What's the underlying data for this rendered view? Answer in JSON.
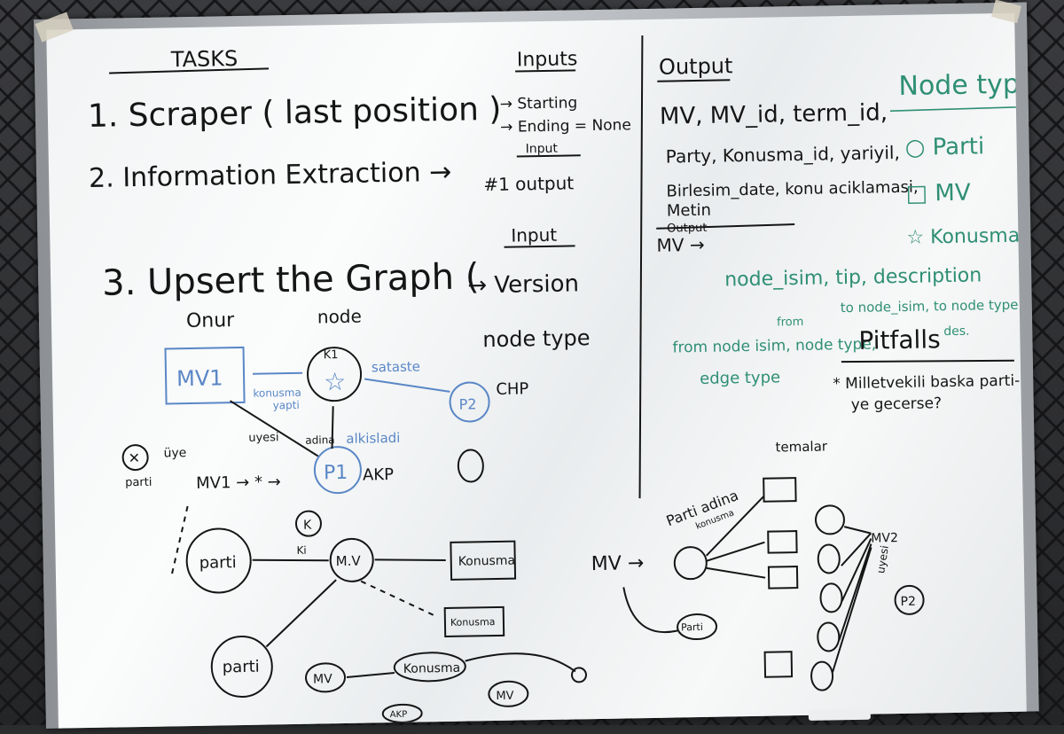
{
  "tasks": {
    "heading": "TASKS",
    "t1": "1.  Scraper ( last position )",
    "t2": "2.  Information Extraction  →",
    "t3": "3. Upsert the Graph ("
  },
  "inputs": {
    "heading": "Inputs",
    "starting": "→ Starting",
    "ending": "→ Ending = None",
    "input2_heading": "Input",
    "input2_value": "#1 output",
    "input3_heading": "Input",
    "version": "→ Version",
    "node_type": "node type"
  },
  "output": {
    "heading": "Output",
    "line1": "MV, MV_id, term_id,",
    "line2": "Party, Konusma_id, yariyil,",
    "line3": "Birlesim_date, konu aciklamasi,",
    "line4": "Metin",
    "struck": "Output",
    "mv": "MV →"
  },
  "node_types": {
    "heading": "Node types",
    "parti": "○ Parti",
    "mv": "□ MV",
    "konusma": "☆ Konusma"
  },
  "schema": {
    "node": "node_isim, tip, description",
    "to": "to node_isim, to node type",
    "from": "from",
    "fromnode": "from node isim, node type,",
    "des": "des.",
    "edge": "edge type"
  },
  "pitfalls": {
    "heading": "Pitfalls",
    "item1": "* Milletvekili baska parti-",
    "item2": "ye gecerse?"
  },
  "graph": {
    "onur": "Onur",
    "node": "node",
    "mv1": "MV1",
    "k1": "K1",
    "konusma_yapti": "konusma",
    "yapti": "yapti",
    "sataste": "sataste",
    "p2": "P2",
    "chp": "CHP",
    "uyesi": "uyesi",
    "adina": "adina",
    "alkisladi": "alkisladi",
    "p1": "P1",
    "akp": "AKP",
    "uye": "üye",
    "parti_x": "parti",
    "mv_arrow": "MV1 → * →",
    "k": "K",
    "ki": "Ki",
    "parti1": "parti",
    "parti2": "parti",
    "mv": "M.V",
    "konusma1": "Konusma",
    "konusma2": "Konusma",
    "mv_small": "MV",
    "konusma_oval": "Konusma",
    "mv_oval": "MV",
    "akp_small": "AKP"
  },
  "right_graph": {
    "temalar": "temalar",
    "mv_start": "MV →",
    "parti_adina": "Parti adina",
    "konusma": "konusma",
    "parti": "Parti",
    "mv2": "MV2",
    "uyesi": "uyesi",
    "p2": "P2"
  }
}
